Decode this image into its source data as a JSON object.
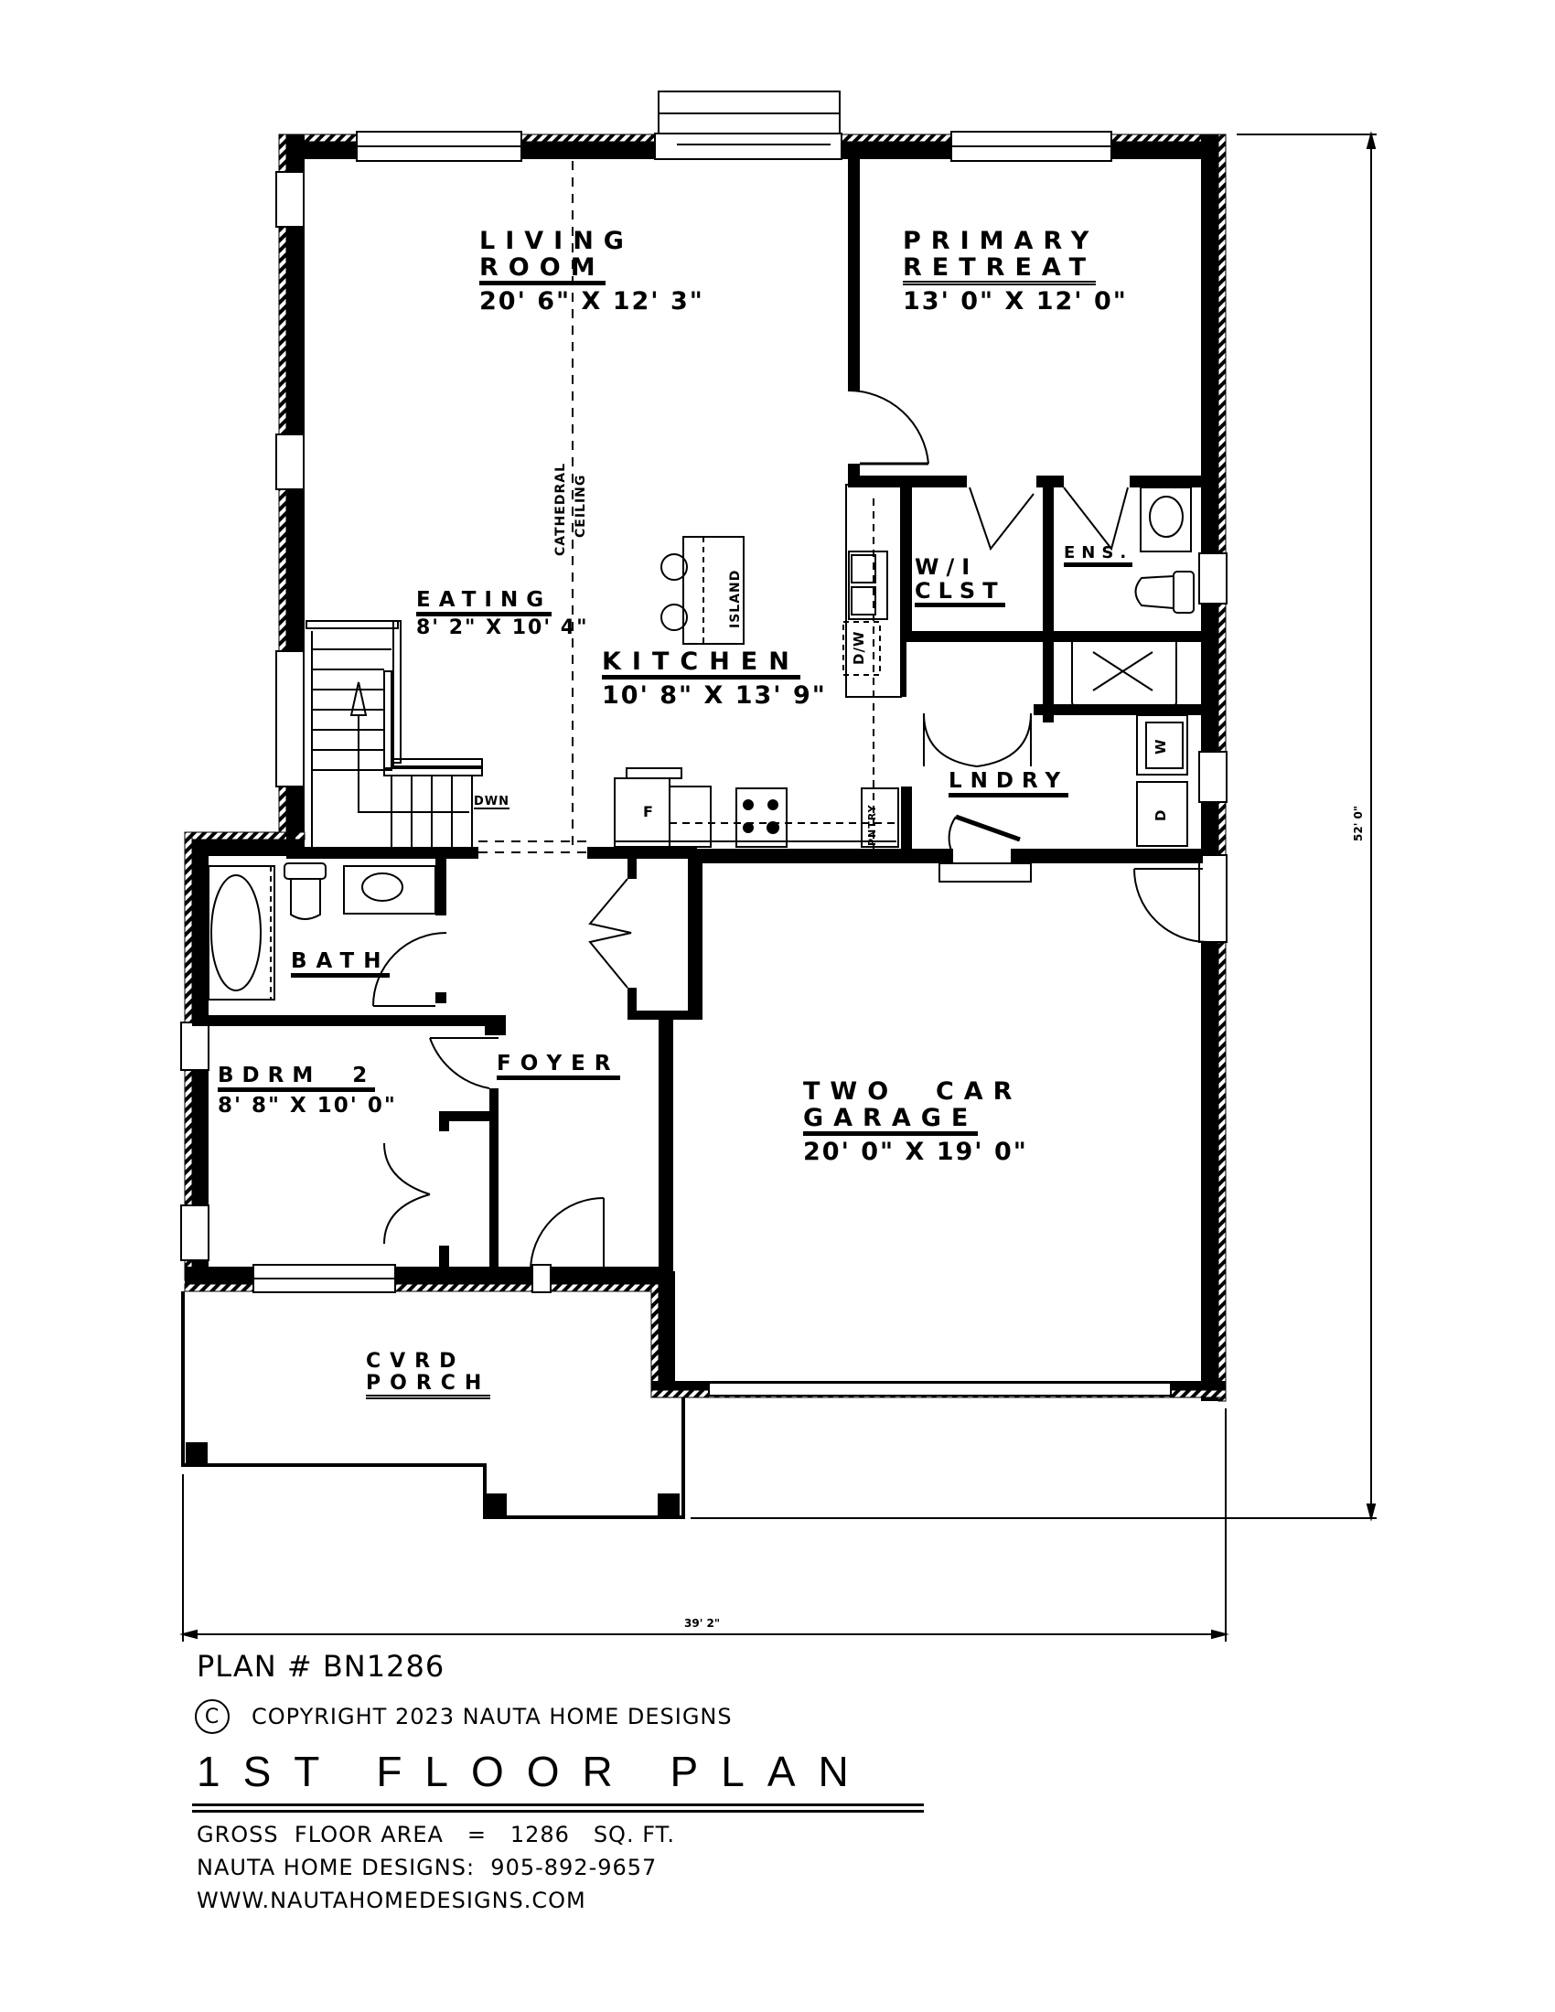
{
  "plan": {
    "rooms": {
      "living": {
        "name_line1": "LIVING",
        "name_line2": "ROOM",
        "dims": "20' 6\" X 12' 3\""
      },
      "primary": {
        "name_line1": "PRIMARY",
        "name_line2": "RETREAT",
        "dims": "13' 0\" X 12' 0\""
      },
      "eating": {
        "name": "EATING",
        "dims": "8' 2\" X 10' 4\""
      },
      "kitchen": {
        "name": "KITCHEN",
        "dims": "10' 8\" X 13' 9\""
      },
      "wic": {
        "name_line1": "W/I",
        "name_line2": "CLST"
      },
      "ensuite": {
        "name": "ENS."
      },
      "laundry": {
        "name": "LNDRY"
      },
      "bath": {
        "name": "BATH"
      },
      "bedroom2": {
        "name": "BDRM  2",
        "dims": "8' 8\" X 10' 0\""
      },
      "foyer": {
        "name": "FOYER"
      },
      "garage": {
        "name_line1": "TWO  CAR",
        "name_line2": "GARAGE",
        "dims": "20' 0\" X 19' 0\""
      },
      "porch": {
        "name_line1": "CVRD",
        "name_line2": "PORCH"
      }
    },
    "annotations": {
      "cathedral_line1": "CATHEDRAL",
      "cathedral_line2": "CEILING",
      "island": "ISLAND",
      "dishwasher": "D/W",
      "fridge": "F",
      "pantry": "PNTRY",
      "stairs_down": "DWN",
      "washer": "W",
      "dryer": "D"
    },
    "dimensions": {
      "overall_depth": "52' 0\"",
      "overall_width": "39' 2\""
    }
  },
  "footer": {
    "plan_number": "PLAN # BN1286",
    "copyright_symbol": "C",
    "copyright_text": "COPYRIGHT 2023 NAUTA HOME DESIGNS",
    "title": "1ST FLOOR PLAN",
    "gross_area": "GROSS  FLOOR AREA   =   1286   SQ. FT.",
    "phone": "NAUTA HOME DESIGNS:  905-892-9657",
    "website": "WWW.NAUTAHOMEDESIGNS.COM"
  },
  "colors": {
    "ink": "#000000",
    "paper": "#ffffff"
  }
}
